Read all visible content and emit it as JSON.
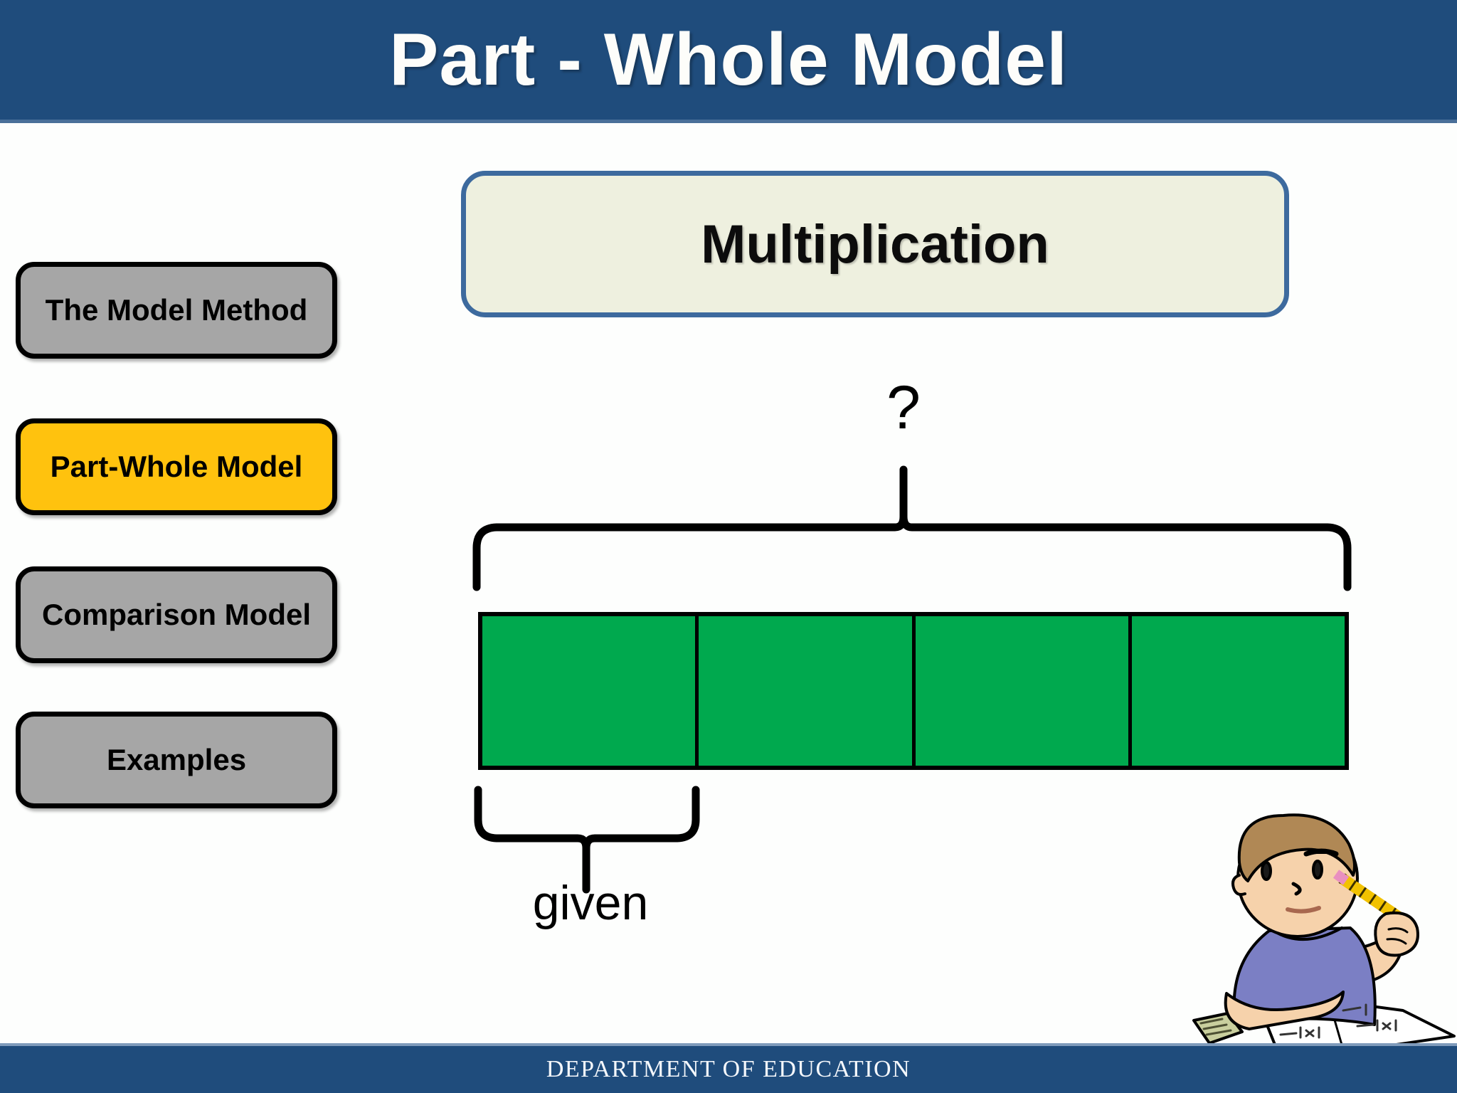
{
  "slide": {
    "title": "Part - Whole Model",
    "footer": "DEPARTMENT OF EDUCATION"
  },
  "colors": {
    "header_navy": "#1f4c7c",
    "active_nav": "#ffc20e",
    "inactive_nav": "#a6a6a6",
    "topic_box_fill": "#eef0df",
    "topic_box_border": "#3d6a9e",
    "bar_green": "#00a94e",
    "outline_black": "#000000"
  },
  "sidebar": {
    "items": [
      {
        "label": "The Model Method",
        "active": false
      },
      {
        "label": "Part-Whole Model",
        "active": true
      },
      {
        "label": "Comparison Model",
        "active": false
      },
      {
        "label": "Examples",
        "active": false
      }
    ]
  },
  "topic": {
    "label": "Multiplication"
  },
  "diagram": {
    "whole_label": "?",
    "part_label": "given",
    "segment_count": 4,
    "segments": [
      {
        "index": 1,
        "label": ""
      },
      {
        "index": 2,
        "label": ""
      },
      {
        "index": 3,
        "label": ""
      },
      {
        "index": 4,
        "label": ""
      }
    ],
    "top_brace": {
      "spans_segments": 4,
      "label": "?"
    },
    "bottom_brace": {
      "spans_segments": 1,
      "label": "given"
    }
  },
  "illustration": {
    "name": "student-thinking-with-pencil",
    "shirt_color": "#7b7fc4",
    "skin_color": "#f6d2ab",
    "hair_color": "#b08855",
    "pencil_color": "#f2c200"
  }
}
